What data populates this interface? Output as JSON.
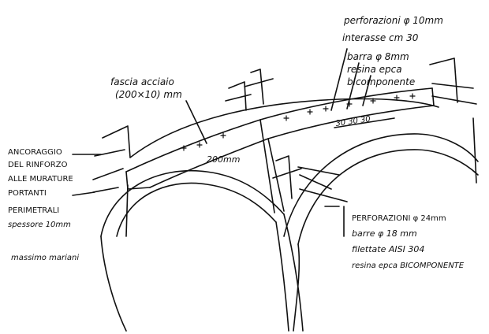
{
  "diagram": {
    "label_top_right": {
      "line1": "perforazioni φ 10mm",
      "line2": "interasse cm 30",
      "line3": "barra φ 8mm",
      "line4": "resina epca",
      "line5": "bicomponente"
    },
    "label_steel_band": {
      "line1": "fascia acciaio",
      "line2": "(200×10) mm"
    },
    "label_band_width": "200mm",
    "label_spacing": "30 30 30",
    "label_left": {
      "line1": "ANCORAGGIO",
      "line2": "DEL RINFORZO",
      "line3": "ALLE MURATURE",
      "line4": "PORTANTI",
      "line5": "PERIMETRALI",
      "line6": "spessore 10mm"
    },
    "label_bottom_right": {
      "line1": "PERFORAZIONI φ 24mm",
      "line2": "barre φ 18 mm",
      "line3": "filettate AISI 304",
      "line4": "resina epca BICOMPONENTE"
    },
    "signature": "massimo mariani"
  }
}
